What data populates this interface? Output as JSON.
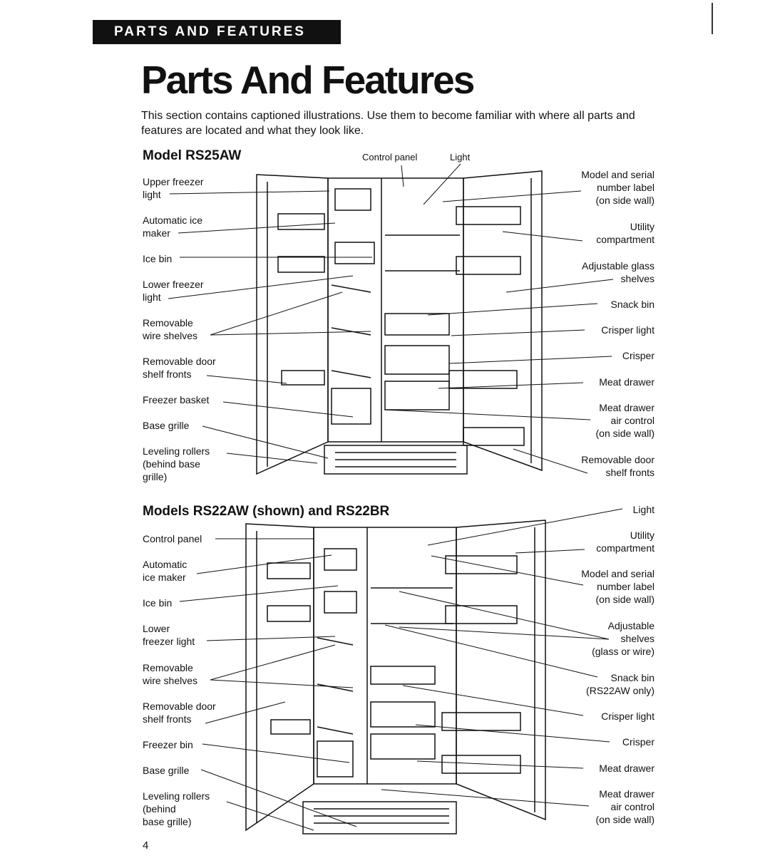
{
  "header": {
    "banner": "PARTS AND FEATURES",
    "title": "Parts And Features"
  },
  "intro": "This section contains captioned illustrations. Use them to become familiar with where all parts and features are located and what they look like.",
  "model1": {
    "heading": "Model RS25AW",
    "top_labels": {
      "control_panel": "Control panel",
      "light": "Light"
    },
    "left_labels": [
      "Upper freezer\nlight",
      "Automatic ice\nmaker",
      "Ice bin",
      "Lower freezer\nlight",
      "Removable\nwire shelves",
      "Removable door\nshelf fronts",
      "Freezer basket",
      "Base grille",
      "Leveling rollers\n(behind base\ngrille)"
    ],
    "right_labels": [
      "Model and serial\nnumber label\n(on side wall)",
      "Utility\ncompartment",
      "Adjustable glass\nshelves",
      "Snack bin",
      "Crisper light",
      "Crisper",
      "Meat drawer",
      "Meat drawer\nair control\n(on side wall)",
      "Removable door\nshelf fronts"
    ]
  },
  "model2": {
    "heading": "Models RS22AW (shown) and RS22BR",
    "left_labels": [
      "Control panel",
      "Automatic\nice maker",
      "Ice bin",
      "Lower\nfreezer light",
      "Removable\nwire shelves",
      "Removable door\nshelf fronts",
      "Freezer bin",
      "Base grille",
      "Leveling rollers\n(behind\nbase grille)"
    ],
    "right_labels": [
      "Light",
      "Utility\ncompartment",
      "Model and serial\nnumber label\n(on side wall)",
      "Adjustable\nshelves\n(glass or wire)",
      "Snack bin\n(RS22AW only)",
      "Crisper light",
      "Crisper",
      "Meat drawer",
      "Meat drawer\nair control\n(on side wall)"
    ]
  },
  "page_number": "4"
}
